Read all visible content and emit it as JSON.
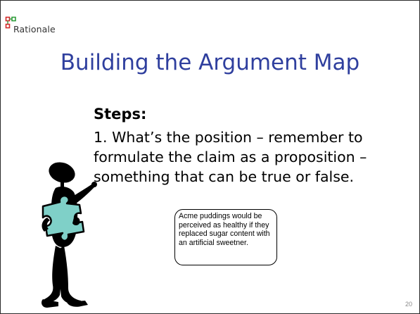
{
  "logo": {
    "text": "Rationale"
  },
  "slide": {
    "title": "Building the Argument Map",
    "steps_heading": "Steps:",
    "step_lines": [
      "1. What’s the position – remember to",
      "formulate the claim as a proposition –",
      "something that can be true or false."
    ],
    "callout_lines": [
      "Acme puddings would be",
      "perceived as healthy if they",
      "replaced sugar content with",
      "an artificial sweetner."
    ],
    "page_number": "20"
  },
  "colors": {
    "title": "#2f3f9e",
    "logo_green": "#2e9d3a",
    "logo_red": "#d42a2a",
    "puzzle": "#7fd0c8",
    "text": "#000000"
  },
  "icons": {
    "logo": "rationale-logo-icon",
    "figure": "person-holding-puzzle-piece-icon"
  }
}
